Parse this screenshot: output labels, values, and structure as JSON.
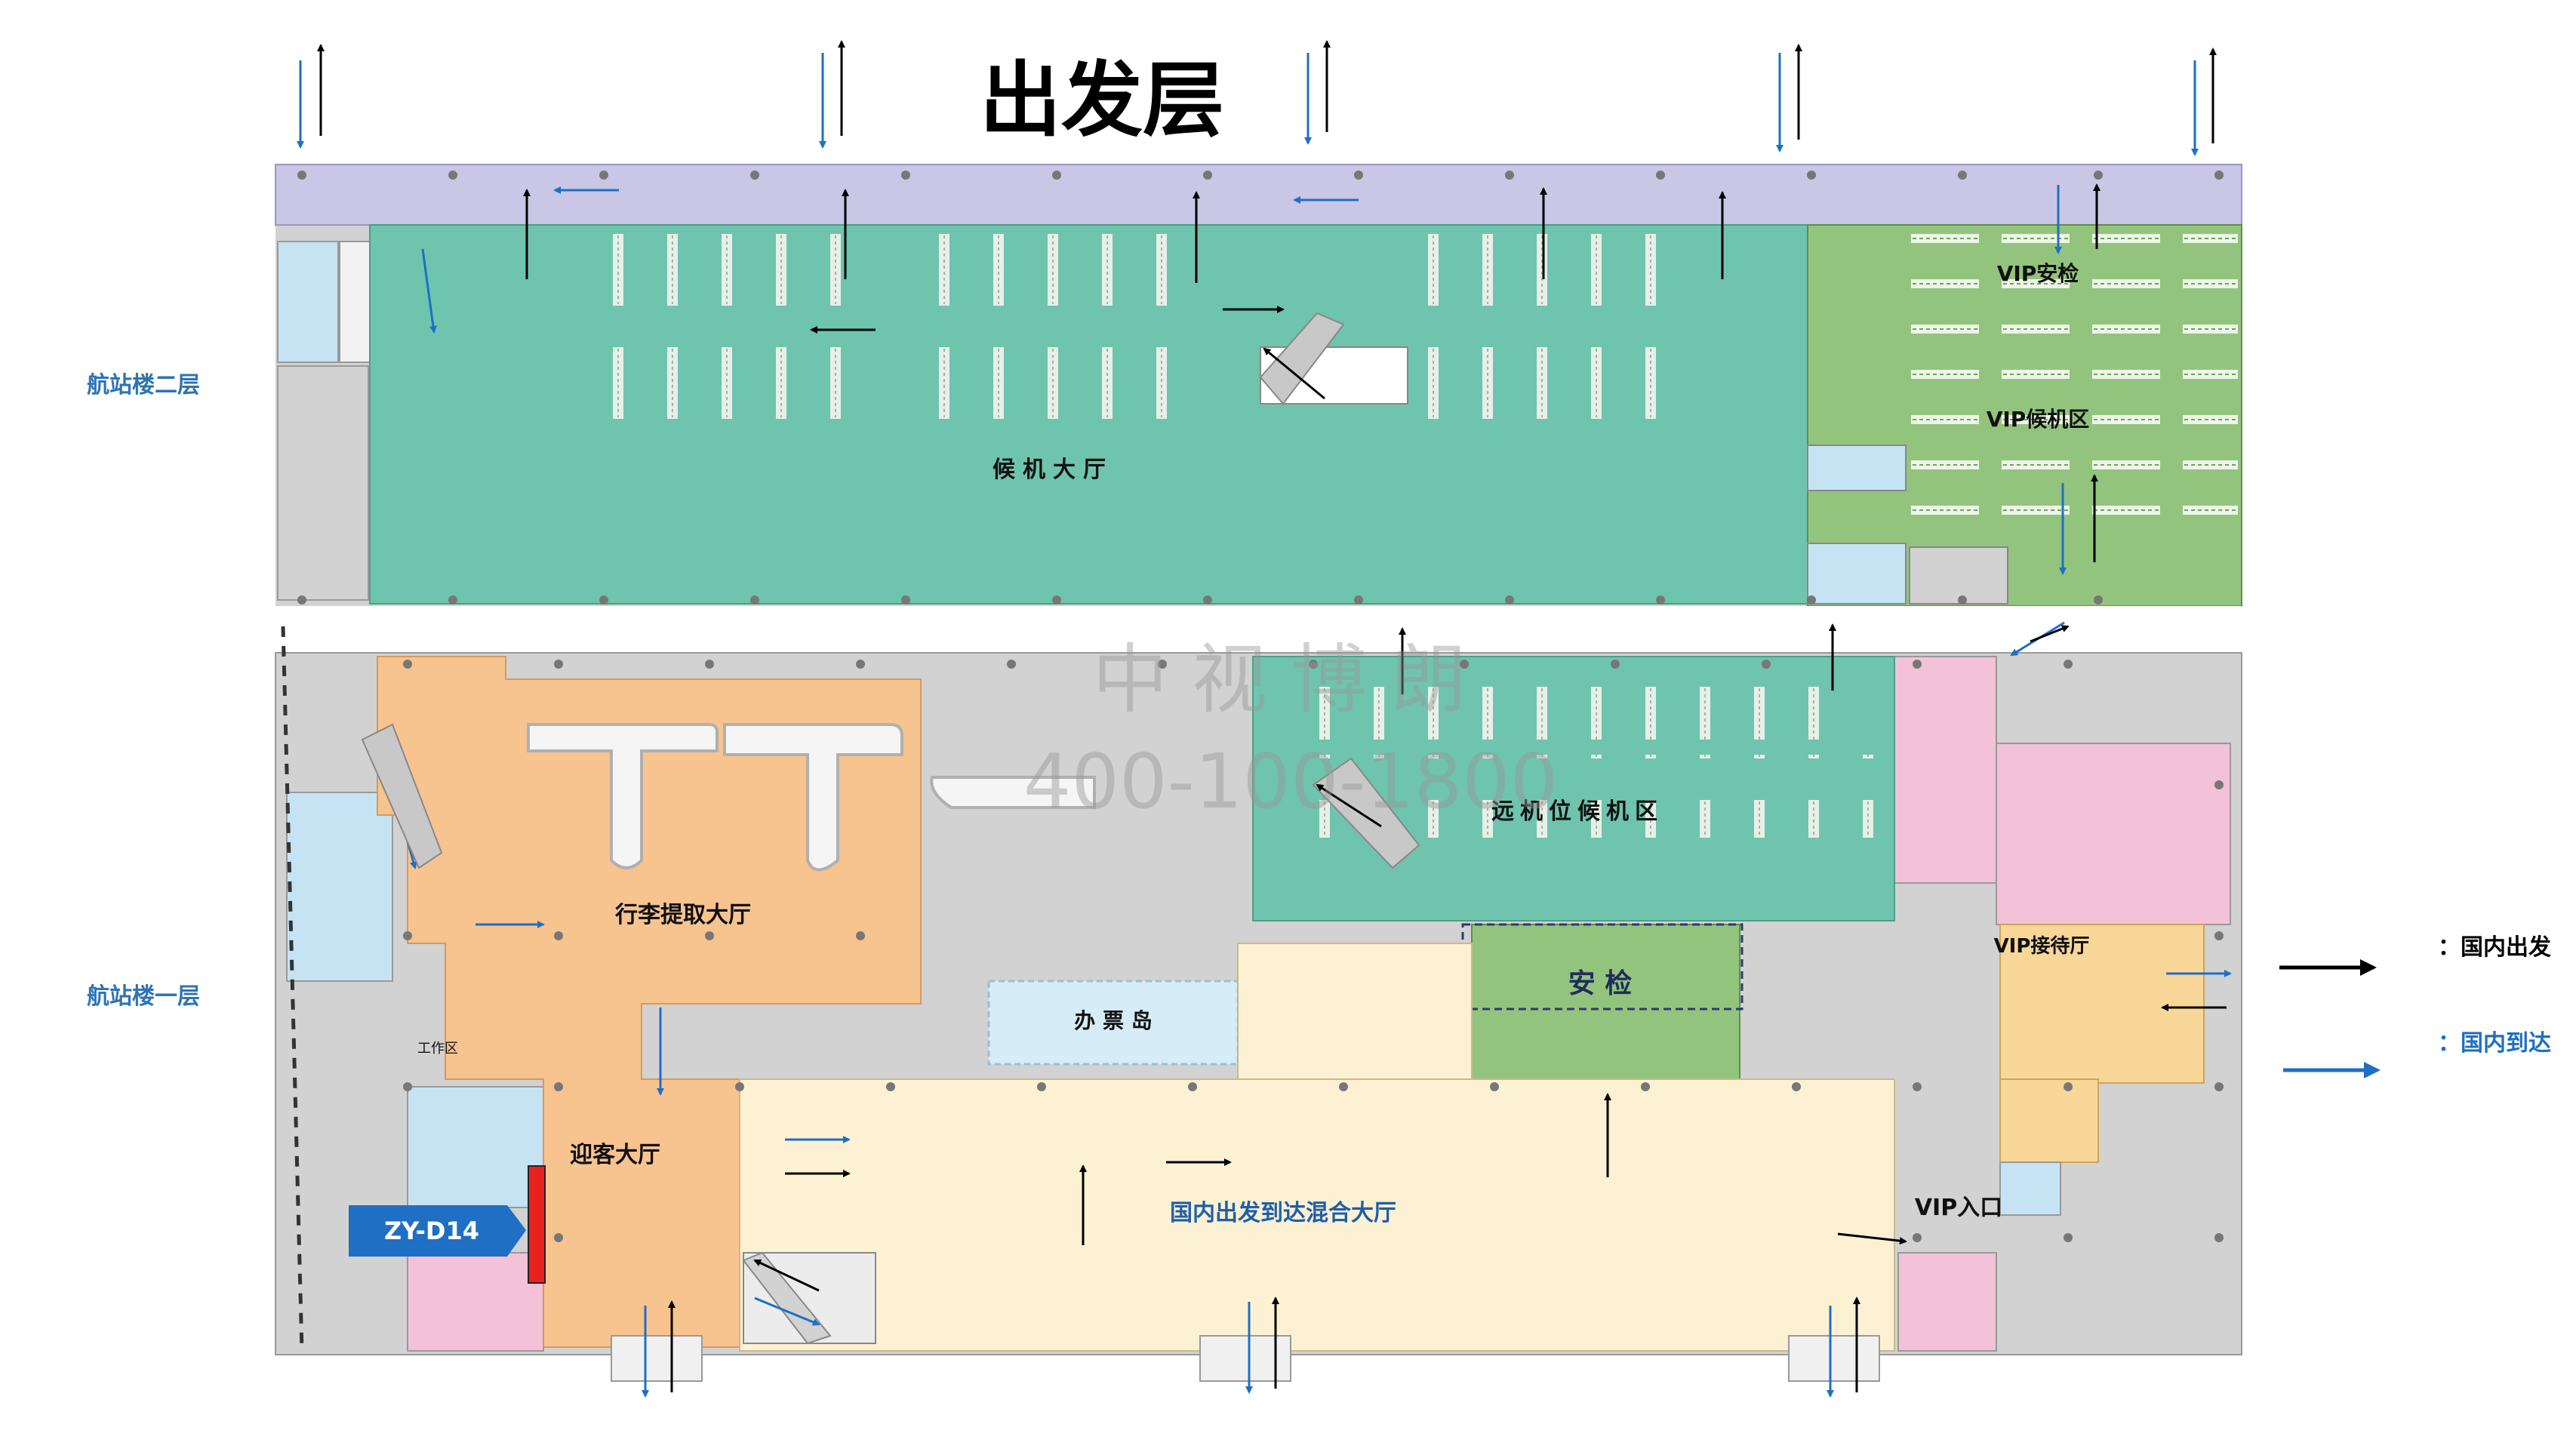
{
  "title": "出发层",
  "floors": {
    "upper": "航站楼二层",
    "lower": "航站楼一层"
  },
  "areas": {
    "waiting_hall": "候机大厅",
    "vip_security": "VIP安检",
    "vip_waiting": "VIP候机区",
    "remote_waiting": "远机位候机区",
    "baggage_hall": "行李提取大厅",
    "ticket_island": "办 票 岛",
    "security": "安  检",
    "vip_reception": "VIP接待厅",
    "greeting_hall": "迎客大厅",
    "mixed_hall": "国内出发到达混合大厅",
    "vip_entrance": "VIP入口",
    "work_area": "工作区"
  },
  "ad_position": {
    "label": "ZY-D14"
  },
  "watermark": {
    "name": "中 视 博 朗",
    "phone": "400-100-1800"
  },
  "legend": [
    {
      "label": "：国内出发",
      "color": "#000000"
    },
    {
      "label": "：国内到达",
      "color": "#1f6fc5"
    }
  ],
  "colors": {
    "departure_arrow": "#000000",
    "arrival_arrow": "#1f6fc5",
    "corridor": "#c9c6e6",
    "waiting_green": "#6fc4ad",
    "vip_green": "#93c47d",
    "baggage_orange": "#f7c38f",
    "mixed_hall_cream": "#fdf1d4",
    "pink": "#f3c2d8",
    "ad_marker": "#e8231f",
    "ad_tag": "#1f6fc5"
  }
}
